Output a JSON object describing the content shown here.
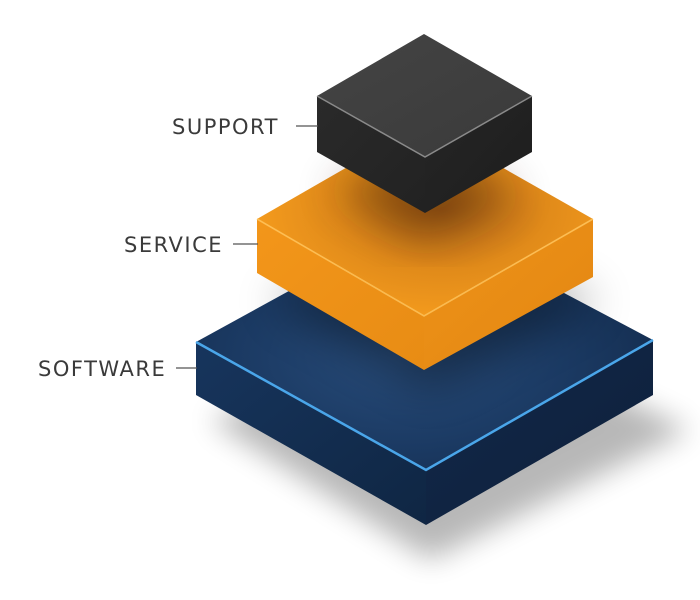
{
  "layers": [
    {
      "id": "support",
      "label": "SUPPORT",
      "color": "#2f2f2f"
    },
    {
      "id": "service",
      "label": "SERVICE",
      "color": "#f09418"
    },
    {
      "id": "software",
      "label": "SOFTWARE",
      "color": "#17345c",
      "edge_color": "#4aa6ea"
    }
  ]
}
